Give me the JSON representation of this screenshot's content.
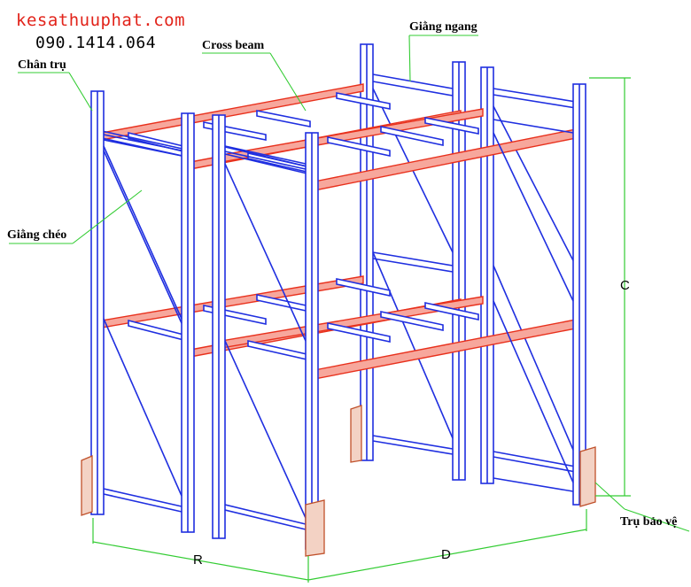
{
  "brand": {
    "website": "kesathuuphat.com",
    "phone": "090.1414.064"
  },
  "labels": {
    "chan_tru": "Chân trụ",
    "cross_beam": "Cross beam",
    "giang_ngang": "Giằng ngang",
    "giang_cheo": "Giằng chéo",
    "tru_bao_ve": "Trụ bảo vệ"
  },
  "dimensions": {
    "r": "R",
    "d": "D",
    "c": "C"
  },
  "colors": {
    "frame": "#1f2fe0",
    "beam": "#e8301c",
    "beam_light": "#f7a79c",
    "guard": "#e8a088",
    "dimension": "#33cc33",
    "brand": "#e2231a"
  }
}
